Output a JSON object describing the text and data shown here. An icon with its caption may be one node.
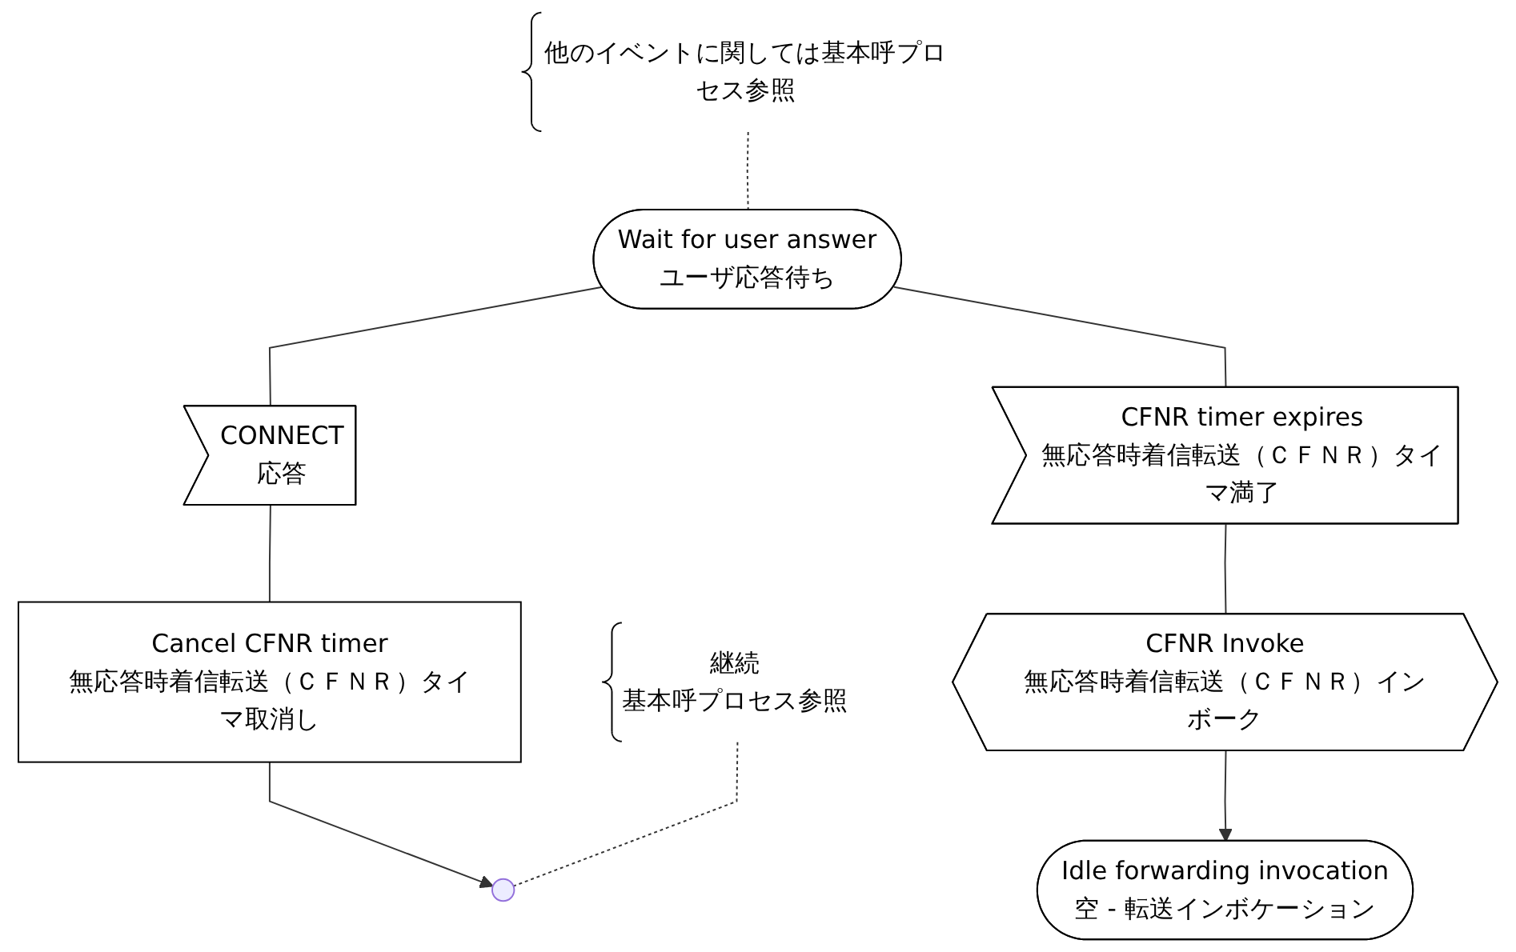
{
  "diagram": {
    "nodes": [
      {
        "text": [
          "Wait for user answer",
          "ユーザ応答待ち"
        ]
      },
      {
        "text": [
          "他のイベントに関しては基本呼プロセス参照"
        ]
      },
      {
        "text": [
          "CONNECT",
          "応答"
        ]
      },
      {
        "text": [
          "CFNR timer expires",
          "無応答時着信転送（ＣＦＮＲ）タイマ満了"
        ]
      },
      {
        "text": [
          "Cancel CFNR timer",
          "無応答時着信転送（ＣＦＮＲ）タイマ取消し"
        ]
      },
      {
        "text": [
          "CFNR Invoke",
          "無応答時着信転送（ＣＦＮＲ）インボーク"
        ]
      },
      {
        "text": [],
        "shape": "circle"
      },
      {
        "text": [
          "Idle forwarding invocation",
          "空 - 転送インボケーション"
        ]
      },
      {
        "text": [
          "継続",
          "基本呼プロセス参照"
        ]
      }
    ],
    "edges": [
      {
        "from": 0,
        "to": 2,
        "arrow": "none"
      },
      {
        "from": 0,
        "to": 3,
        "arrow": "none"
      },
      {
        "from": 1,
        "to": 0,
        "arrow": "none",
        "style": "dashed"
      },
      {
        "from": 2,
        "to": 4,
        "arrow": "none"
      },
      {
        "from": 3,
        "to": 5,
        "arrow": "none"
      },
      {
        "from": 4,
        "to": 6,
        "arrow": "to"
      },
      {
        "from": 5,
        "to": 7,
        "arrow": "to"
      },
      {
        "from": 8,
        "to": 6,
        "arrow": "none",
        "style": "dashed"
      }
    ]
  }
}
